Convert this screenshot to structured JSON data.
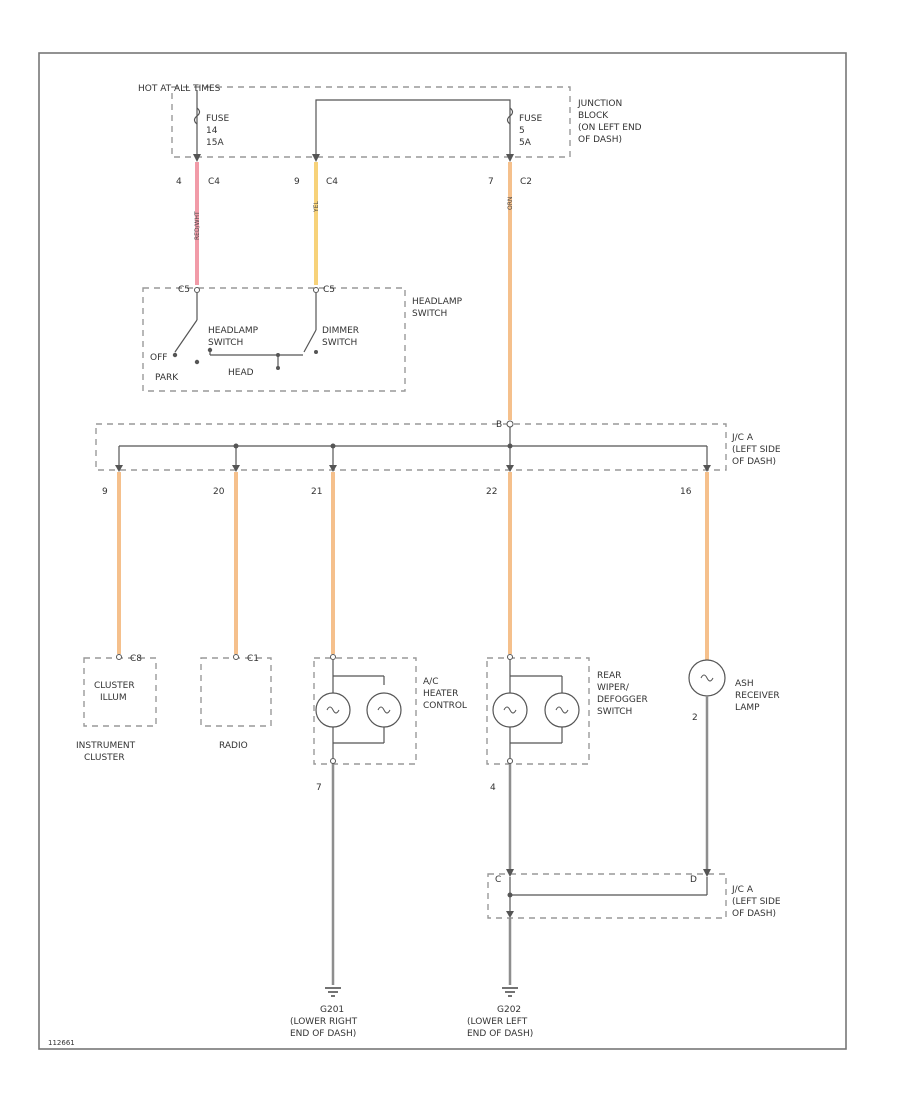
{
  "labels": {
    "hot_at_all_times": "HOT AT ALL TIMES",
    "fuse1": [
      "FUSE",
      "14",
      "15A"
    ],
    "fuse2": [
      "FUSE",
      "5",
      "5A"
    ],
    "junction_block": [
      "JUNCTION",
      "BLOCK",
      "(ON LEFT END",
      "OF DASH)"
    ],
    "headlamp_switch": [
      "HEADLAMP",
      "SWITCH"
    ],
    "headlamp_switch_inner": [
      "HEADLAMP",
      "SWITCH"
    ],
    "dimmer_switch": [
      "DIMMER",
      "SWITCH"
    ],
    "off": "OFF",
    "park": "PARK",
    "head": "HEAD",
    "jc_a_top": [
      "J/C A",
      "(LEFT SIDE",
      "OF DASH)"
    ],
    "jc_a_bottom": [
      "J/C A",
      "(LEFT SIDE",
      "OF DASH)"
    ],
    "cluster_illum": [
      "CLUSTER",
      "ILLUM"
    ],
    "instrument_cluster": [
      "INSTRUMENT",
      "CLUSTER"
    ],
    "radio": "RADIO",
    "ac_heater_control": [
      "A/C",
      "HEATER",
      "CONTROL"
    ],
    "rear_wiper_defogger": [
      "REAR",
      "WIPER/",
      "DEFOGGER",
      "SWITCH"
    ],
    "ash_receiver_lamp": [
      "ASH",
      "RECEIVER",
      "LAMP"
    ],
    "g201": [
      "G201",
      "(LOWER RIGHT",
      "END OF DASH)"
    ],
    "g202": [
      "G202",
      "(LOWER LEFT",
      "END OF DASH)"
    ],
    "diagram_id": "112661"
  },
  "pins": {
    "c4_left": "4",
    "c4_left_conn": "C4",
    "c4_mid": "9",
    "c4_mid_conn": "C4",
    "c2": "7",
    "c2_conn": "C2",
    "hs_c5_left": "C5",
    "hs_c5_right": "C5",
    "jc_b": "B",
    "p9": "9",
    "p20": "20",
    "p21": "21",
    "p22": "22",
    "p16": "16",
    "cluster_conn": "C8",
    "radio_conn": "C1",
    "ac_bottom": "7",
    "rw_bottom": "4",
    "ash_bottom": "2",
    "jc_c": "C",
    "jc_d": "D"
  },
  "colors": {
    "wire_red": "#f19ba8",
    "wire_yellow": "#f7d27a",
    "wire_orange": "#f5c08c",
    "wire_gray": "#8e8e8e"
  }
}
